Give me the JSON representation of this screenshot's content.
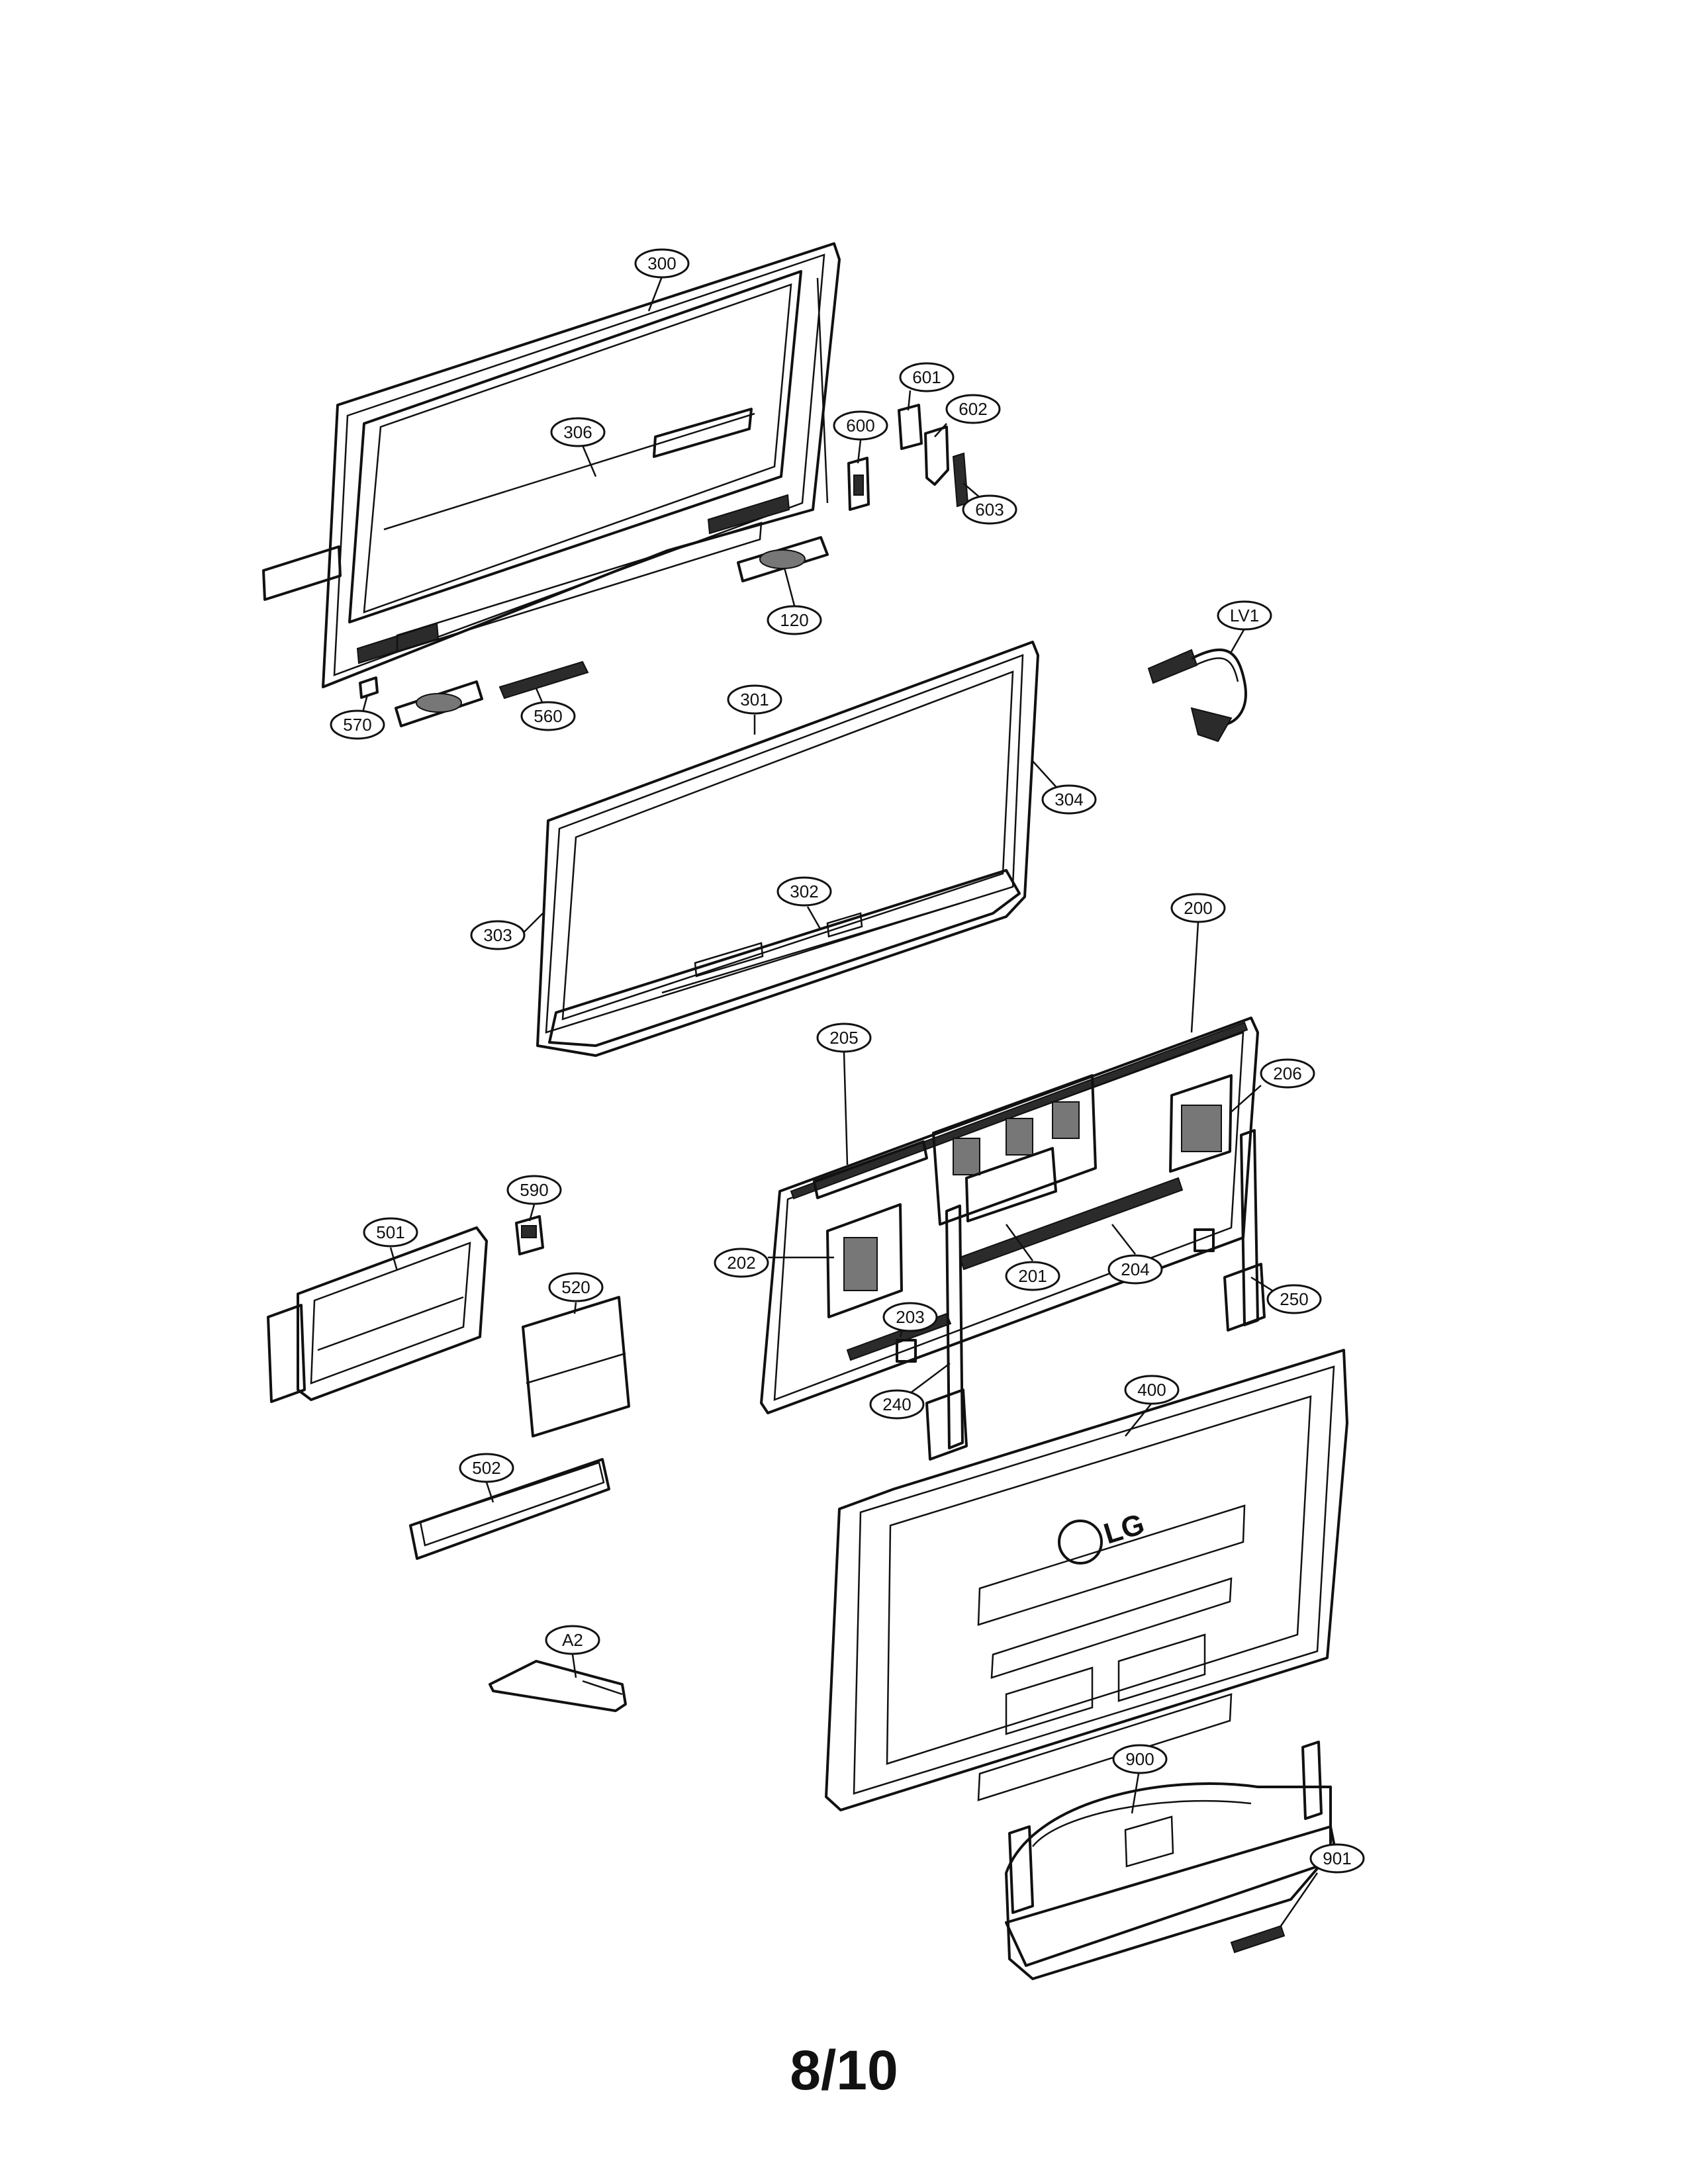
{
  "page": {
    "number_label": "8/10"
  },
  "brand": {
    "logo_text": "LG"
  },
  "callouts": [
    {
      "id": "c300",
      "label": "300"
    },
    {
      "id": "c306",
      "label": "306"
    },
    {
      "id": "c600",
      "label": "600"
    },
    {
      "id": "c601",
      "label": "601"
    },
    {
      "id": "c602",
      "label": "602"
    },
    {
      "id": "c603",
      "label": "603"
    },
    {
      "id": "c120",
      "label": "120"
    },
    {
      "id": "cLV1",
      "label": "LV1"
    },
    {
      "id": "c570",
      "label": "570"
    },
    {
      "id": "c560",
      "label": "560"
    },
    {
      "id": "c301",
      "label": "301"
    },
    {
      "id": "c304",
      "label": "304"
    },
    {
      "id": "c302",
      "label": "302"
    },
    {
      "id": "c303",
      "label": "303"
    },
    {
      "id": "c200",
      "label": "200"
    },
    {
      "id": "c205",
      "label": "205"
    },
    {
      "id": "c206",
      "label": "206"
    },
    {
      "id": "c590",
      "label": "590"
    },
    {
      "id": "c501",
      "label": "501"
    },
    {
      "id": "c202",
      "label": "202"
    },
    {
      "id": "c204",
      "label": "204"
    },
    {
      "id": "c520",
      "label": "520"
    },
    {
      "id": "c201",
      "label": "201"
    },
    {
      "id": "c250",
      "label": "250"
    },
    {
      "id": "c203",
      "label": "203"
    },
    {
      "id": "c240",
      "label": "240"
    },
    {
      "id": "c400",
      "label": "400"
    },
    {
      "id": "c502",
      "label": "502"
    },
    {
      "id": "cA2",
      "label": "A2"
    },
    {
      "id": "c900",
      "label": "900"
    },
    {
      "id": "c901",
      "label": "901"
    }
  ]
}
